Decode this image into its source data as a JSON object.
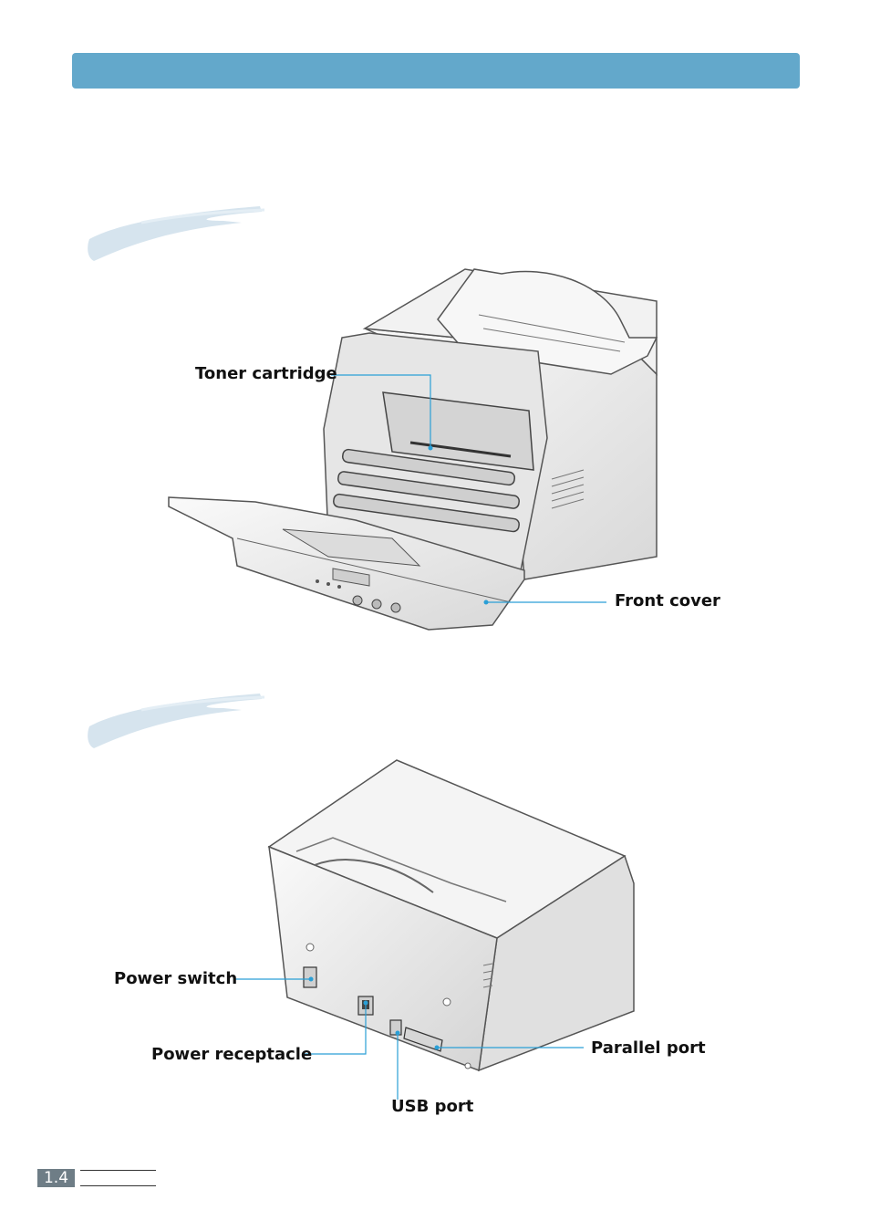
{
  "front_view": {
    "callouts": {
      "toner_cartridge": "Toner cartridge",
      "front_cover": "Front cover"
    }
  },
  "rear_view": {
    "callouts": {
      "power_switch": "Power switch",
      "power_receptacle": "Power receptacle",
      "usb_port": "USB port",
      "parallel_port": "Parallel port"
    }
  },
  "footer": {
    "page_number": "1.4"
  },
  "colors": {
    "header_bar": "#63a8cb",
    "leader_line": "#2a9fd6",
    "brush_stroke": "#d6e4ee",
    "page_number_box": "#6e7d86"
  }
}
